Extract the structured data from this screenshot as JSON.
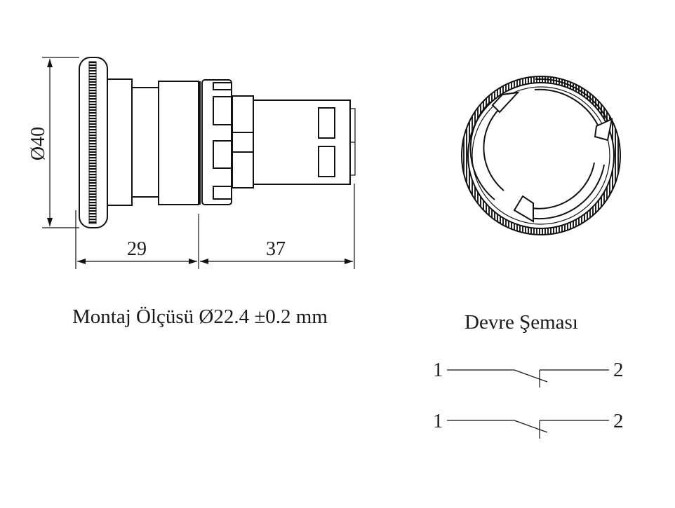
{
  "dimensions": {
    "diameter": "Ø40",
    "length_front": "29",
    "length_rear": "37"
  },
  "mounting_caption": "Montaj Ölçüsü Ø22.4 ±0.2 mm",
  "circuit": {
    "title": "Devre Şeması",
    "contacts": [
      {
        "left": "1",
        "right": "2"
      },
      {
        "left": "1",
        "right": "2"
      }
    ]
  }
}
